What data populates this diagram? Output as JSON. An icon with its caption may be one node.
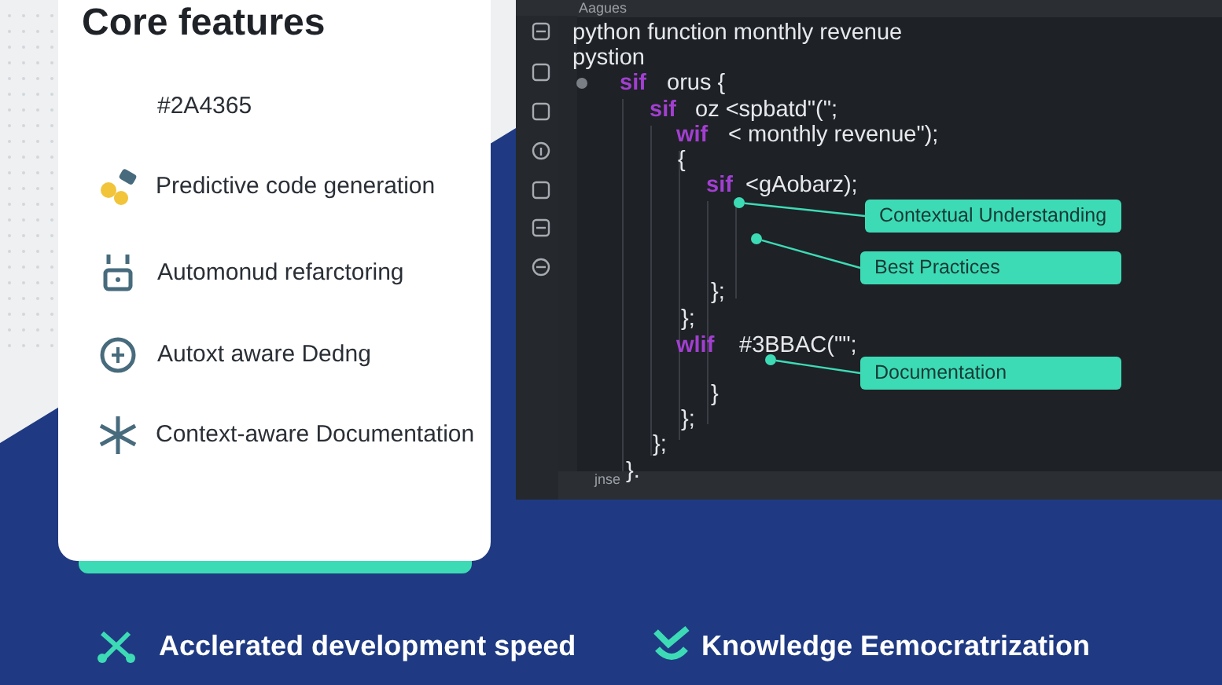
{
  "diagram": {
    "title": "Core features",
    "nodes": [
      {
        "text": [
          "Contextual Understanding"
        ]
      },
      {
        "text": [
          "Best Practices"
        ]
      },
      {
        "text": [
          "Documentation"
        ]
      },
      {
        "text": [],
        "shape": "circle"
      },
      {
        "text": [],
        "shape": "circle"
      },
      {
        "text": [],
        "shape": "circle"
      }
    ],
    "edges": [
      {
        "from": 0,
        "to": 3,
        "arrow": "none"
      },
      {
        "from": 1,
        "to": 4,
        "arrow": "none"
      },
      {
        "from": 2,
        "to": 5,
        "arrow": "none"
      }
    ],
    "labels": [
      "#2A4365",
      "Predictive code generation",
      "Automonud refarctoring",
      "Autoxt aware Dedng",
      "Context-aware Documentation",
      "Aagues",
      "python function monthly revenue",
      "pystion",
      "sif",
      "orus {",
      "sif",
      "oz <spbatd\"(\";",
      "wif",
      "< monthly revenue\");",
      "{",
      "sif",
      "<gAobarz);",
      "};",
      "};",
      "wlif",
      "#3BBAC(\"\";",
      "}",
      "};",
      "};",
      "}.",
      "jnse",
      "Acclerated development speed",
      "Knowledge Eemocratrization"
    ]
  }
}
